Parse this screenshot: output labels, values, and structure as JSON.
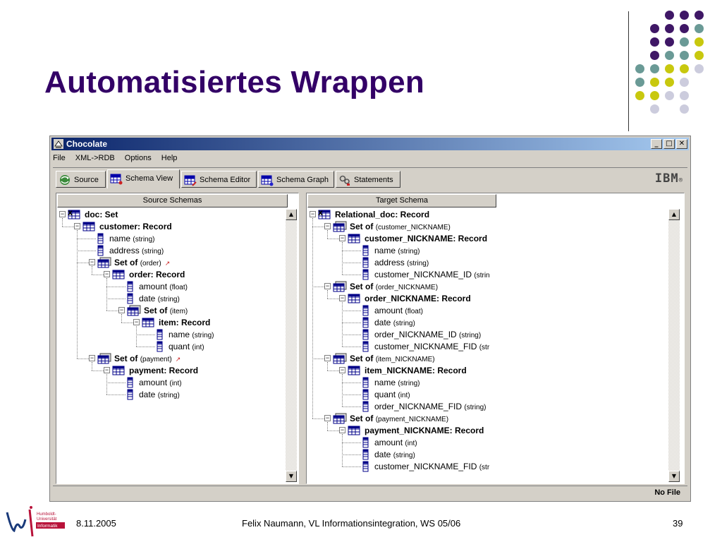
{
  "slide": {
    "title": "Automatisiertes Wrappen",
    "footer_date": "8.11.2005",
    "footer_center": "Felix Naumann, VL Informationsintegration, WS 05/06",
    "page_number": "39",
    "logo_text": [
      "Humboldt-",
      "Universität",
      "Informatik"
    ]
  },
  "colors": {
    "title": "#330066",
    "dot_purple": "#3f1766",
    "dot_teal": "#6a9a96",
    "dot_yellow": "#c8c80e",
    "dot_lavender": "#ccccdd",
    "window_title_start": "#0a246a",
    "window_title_end": "#a6caf0"
  },
  "window": {
    "title": "Chocolate",
    "menu": [
      "File",
      "XML->RDB",
      "Options",
      "Help"
    ],
    "tabs": [
      {
        "label": "Source",
        "icon": "source-icon",
        "active": false
      },
      {
        "label": "Schema View",
        "icon": "schema-view-icon",
        "active": true
      },
      {
        "label": "Schema Editor",
        "icon": "schema-editor-icon",
        "active": false
      },
      {
        "label": "Schema Graph",
        "icon": "schema-graph-icon",
        "active": false
      },
      {
        "label": "Statements",
        "icon": "statements-icon",
        "active": false
      }
    ],
    "brand": "IBM",
    "status": "No File"
  },
  "source_panel": {
    "header": "Source Schemas",
    "tree": [
      {
        "name": "doc: Set",
        "bold": true,
        "type": "",
        "icon": "xml-doc",
        "level": 0,
        "exp": true
      },
      {
        "name": "customer: Record",
        "bold": true,
        "type": "",
        "icon": "record",
        "level": 1,
        "exp": true
      },
      {
        "name": "name",
        "bold": false,
        "type": "(string)",
        "icon": "field",
        "level": 2
      },
      {
        "name": "address",
        "bold": false,
        "type": "(string)",
        "icon": "field",
        "level": 2
      },
      {
        "name": "Set of",
        "bold": true,
        "type": "(order)",
        "icon": "set",
        "level": 2,
        "exp": true,
        "mark": true
      },
      {
        "name": "order: Record",
        "bold": true,
        "type": "",
        "icon": "record",
        "level": 3,
        "exp": true
      },
      {
        "name": "amount",
        "bold": false,
        "type": "(float)",
        "icon": "field",
        "level": 4
      },
      {
        "name": "date",
        "bold": false,
        "type": "(string)",
        "icon": "field",
        "level": 4
      },
      {
        "name": "Set of",
        "bold": true,
        "type": "(item)",
        "icon": "set",
        "level": 4,
        "exp": true
      },
      {
        "name": "item: Record",
        "bold": true,
        "type": "",
        "icon": "record",
        "level": 5,
        "exp": true
      },
      {
        "name": "name",
        "bold": false,
        "type": "(string)",
        "icon": "field",
        "level": 6
      },
      {
        "name": "quant",
        "bold": false,
        "type": "(int)",
        "icon": "field",
        "level": 6
      },
      {
        "name": "Set of",
        "bold": true,
        "type": "(payment)",
        "icon": "set",
        "level": 2,
        "exp": true,
        "mark": true
      },
      {
        "name": "payment: Record",
        "bold": true,
        "type": "",
        "icon": "record",
        "level": 3,
        "exp": true
      },
      {
        "name": "amount",
        "bold": false,
        "type": "(int)",
        "icon": "field",
        "level": 4
      },
      {
        "name": "date",
        "bold": false,
        "type": "(string)",
        "icon": "field",
        "level": 4
      }
    ]
  },
  "target_panel": {
    "header": "Target Schema",
    "tree": [
      {
        "name": "Relational_doc: Record",
        "bold": true,
        "type": "",
        "icon": "xml-doc",
        "level": 0,
        "exp": true
      },
      {
        "name": "Set of",
        "bold": true,
        "type": "(customer_NICKNAME)",
        "icon": "set",
        "level": 1,
        "exp": true
      },
      {
        "name": "customer_NICKNAME: Record",
        "bold": true,
        "type": "",
        "icon": "record",
        "level": 2,
        "exp": true
      },
      {
        "name": "name",
        "bold": false,
        "type": "(string)",
        "icon": "field",
        "level": 3
      },
      {
        "name": "address",
        "bold": false,
        "type": "(string)",
        "icon": "field",
        "level": 3
      },
      {
        "name": "customer_NICKNAME_ID",
        "bold": false,
        "type": "(strin",
        "icon": "field",
        "level": 3
      },
      {
        "name": "Set of",
        "bold": true,
        "type": "(order_NICKNAME)",
        "icon": "set",
        "level": 1,
        "exp": true
      },
      {
        "name": "order_NICKNAME: Record",
        "bold": true,
        "type": "",
        "icon": "record",
        "level": 2,
        "exp": true
      },
      {
        "name": "amount",
        "bold": false,
        "type": "(float)",
        "icon": "field",
        "level": 3
      },
      {
        "name": "date",
        "bold": false,
        "type": "(string)",
        "icon": "field",
        "level": 3
      },
      {
        "name": "order_NICKNAME_ID",
        "bold": false,
        "type": "(string)",
        "icon": "field",
        "level": 3
      },
      {
        "name": "customer_NICKNAME_FID",
        "bold": false,
        "type": "(str",
        "icon": "field",
        "level": 3
      },
      {
        "name": "Set of",
        "bold": true,
        "type": "(item_NICKNAME)",
        "icon": "set",
        "level": 1,
        "exp": true
      },
      {
        "name": "item_NICKNAME: Record",
        "bold": true,
        "type": "",
        "icon": "record",
        "level": 2,
        "exp": true
      },
      {
        "name": "name",
        "bold": false,
        "type": "(string)",
        "icon": "field",
        "level": 3
      },
      {
        "name": "quant",
        "bold": false,
        "type": "(int)",
        "icon": "field",
        "level": 3
      },
      {
        "name": "order_NICKNAME_FID",
        "bold": false,
        "type": "(string)",
        "icon": "field",
        "level": 3
      },
      {
        "name": "Set of",
        "bold": true,
        "type": "(payment_NICKNAME)",
        "icon": "set",
        "level": 1,
        "exp": true
      },
      {
        "name": "payment_NICKNAME: Record",
        "bold": true,
        "type": "",
        "icon": "record",
        "level": 2,
        "exp": true
      },
      {
        "name": "amount",
        "bold": false,
        "type": "(int)",
        "icon": "field",
        "level": 3
      },
      {
        "name": "date",
        "bold": false,
        "type": "(string)",
        "icon": "field",
        "level": 3
      },
      {
        "name": "customer_NICKNAME_FID",
        "bold": false,
        "type": "(str",
        "icon": "field",
        "level": 3
      }
    ]
  }
}
